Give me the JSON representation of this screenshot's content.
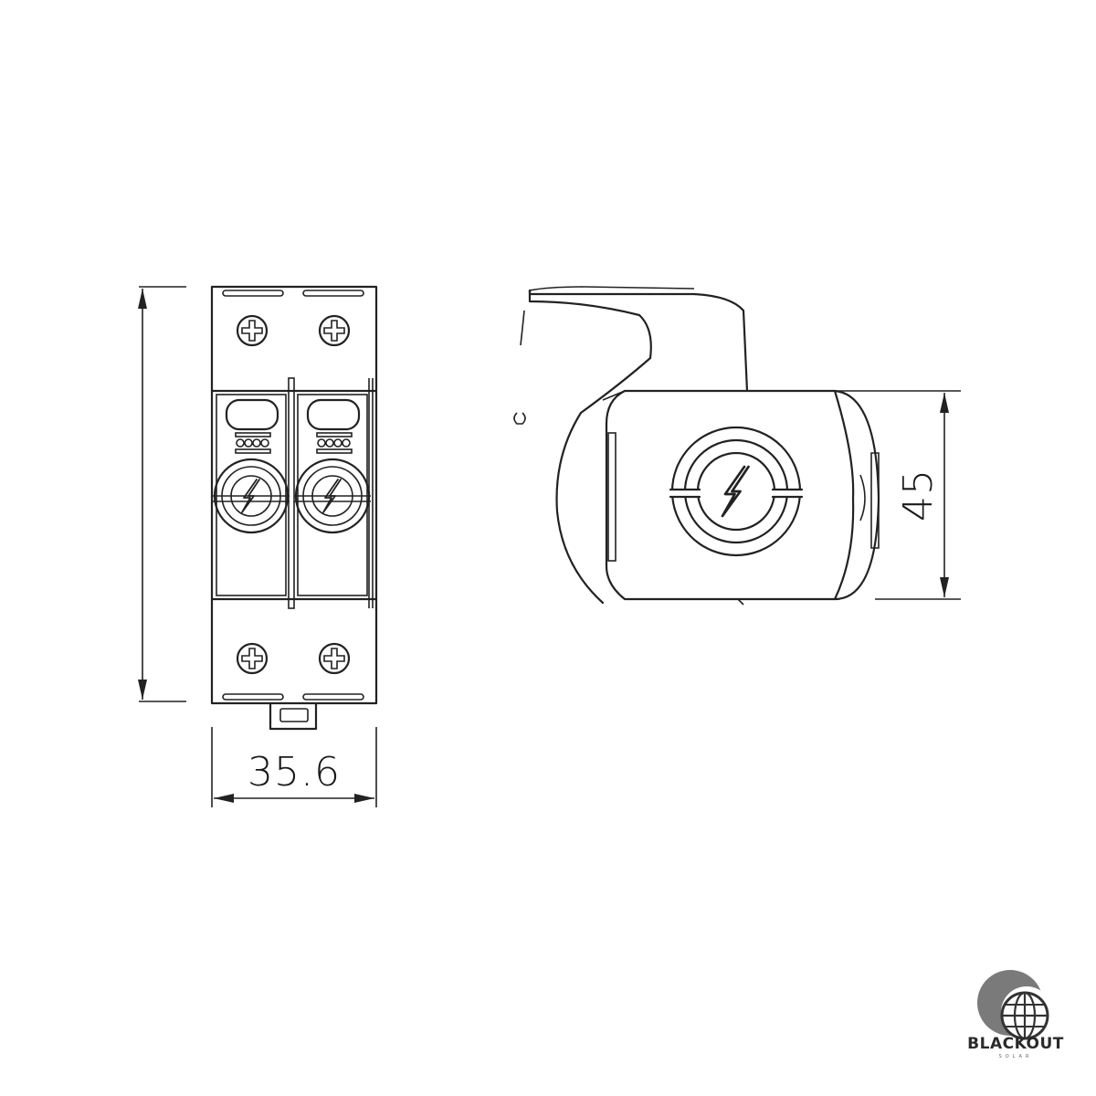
{
  "dimensions": {
    "width_label": "35.6",
    "depth_label": "45"
  },
  "brand": {
    "name": "BLACKOUT",
    "tagline": "SOLAR"
  },
  "icons": {
    "front_symbol": "lightning-circle-icon",
    "side_symbol": "lightning-circle-icon",
    "terminal": "screw-head-icon",
    "logo": "globe-icon"
  },
  "colors": {
    "line": "#222222",
    "background": "#ffffff"
  }
}
